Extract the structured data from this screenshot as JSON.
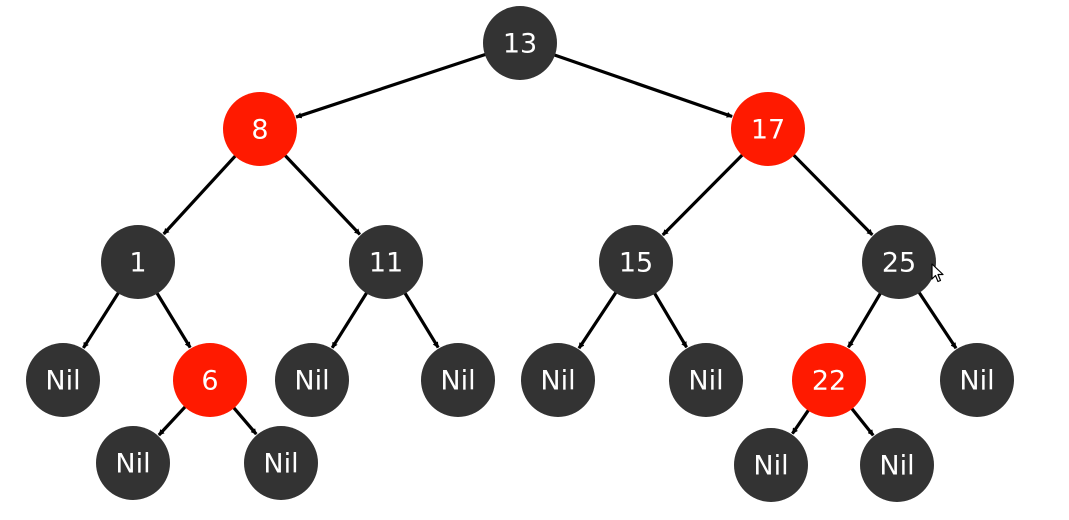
{
  "colors": {
    "black_node": "#333333",
    "red_node": "#ff1a00",
    "edge": "#000000",
    "label": "#ffffff",
    "background": "#ffffff"
  },
  "tree": {
    "nodes": [
      {
        "id": "n13",
        "label": "13",
        "color": "black"
      },
      {
        "id": "n8",
        "label": "8",
        "color": "red"
      },
      {
        "id": "n17",
        "label": "17",
        "color": "red"
      },
      {
        "id": "n1",
        "label": "1",
        "color": "black"
      },
      {
        "id": "n11",
        "label": "11",
        "color": "black"
      },
      {
        "id": "n15",
        "label": "15",
        "color": "black"
      },
      {
        "id": "n25",
        "label": "25",
        "color": "black"
      },
      {
        "id": "nil1",
        "label": "Nil",
        "color": "black"
      },
      {
        "id": "n6",
        "label": "6",
        "color": "red"
      },
      {
        "id": "nil2",
        "label": "Nil",
        "color": "black"
      },
      {
        "id": "nil3",
        "label": "Nil",
        "color": "black"
      },
      {
        "id": "nil4",
        "label": "Nil",
        "color": "black"
      },
      {
        "id": "nil5",
        "label": "Nil",
        "color": "black"
      },
      {
        "id": "n22",
        "label": "22",
        "color": "red"
      },
      {
        "id": "nil6",
        "label": "Nil",
        "color": "black"
      },
      {
        "id": "nil7",
        "label": "Nil",
        "color": "black"
      },
      {
        "id": "nil8",
        "label": "Nil",
        "color": "black"
      },
      {
        "id": "nil9",
        "label": "Nil",
        "color": "black"
      },
      {
        "id": "nil10",
        "label": "Nil",
        "color": "black"
      }
    ],
    "edges": [
      [
        "n13",
        "n8"
      ],
      [
        "n13",
        "n17"
      ],
      [
        "n8",
        "n1"
      ],
      [
        "n8",
        "n11"
      ],
      [
        "n17",
        "n15"
      ],
      [
        "n17",
        "n25"
      ],
      [
        "n1",
        "nil1"
      ],
      [
        "n1",
        "n6"
      ],
      [
        "n11",
        "nil2"
      ],
      [
        "n11",
        "nil3"
      ],
      [
        "n15",
        "nil4"
      ],
      [
        "n15",
        "nil5"
      ],
      [
        "n25",
        "n22"
      ],
      [
        "n25",
        "nil6"
      ],
      [
        "n6",
        "nil7"
      ],
      [
        "n6",
        "nil8"
      ],
      [
        "n22",
        "nil9"
      ],
      [
        "n22",
        "nil10"
      ]
    ]
  },
  "cursor": {
    "icon": "mouse-pointer-icon"
  }
}
